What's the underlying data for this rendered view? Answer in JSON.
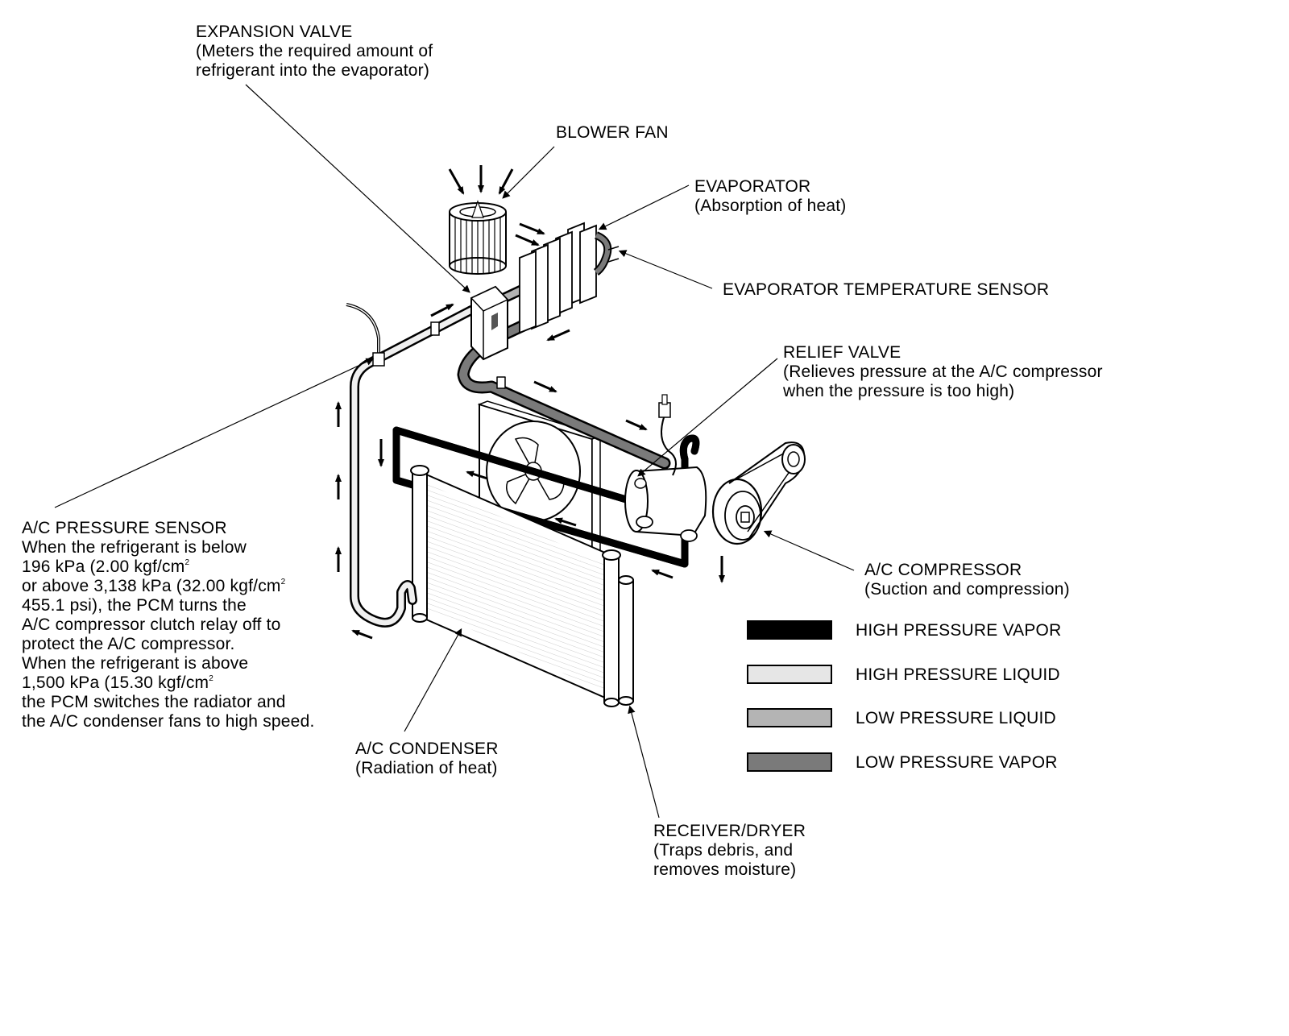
{
  "labels": {
    "expansion_valve": {
      "title": "EXPANSION VALVE",
      "lines": [
        "(Meters the required amount of",
        "refrigerant into the evaporator)"
      ]
    },
    "blower_fan": {
      "title": "BLOWER FAN"
    },
    "evaporator": {
      "title": "EVAPORATOR",
      "lines": [
        "(Absorption of heat)"
      ]
    },
    "evaporator_temp_sensor": {
      "title": "EVAPORATOR TEMPERATURE SENSOR"
    },
    "relief_valve": {
      "title": "RELIEF VALVE",
      "lines": [
        "(Relieves pressure at the A/C compressor",
        "when the pressure is too high)"
      ]
    },
    "ac_compressor": {
      "title": "A/C COMPRESSOR",
      "lines": [
        "(Suction and compression)"
      ]
    },
    "ac_pressure_sensor": {
      "title": "A/C PRESSURE SENSOR",
      "lines": [
        "When the refrigerant is below",
        "196 kPa (2.00 kgf/cm",
        "or above 3,138 kPa (32.00 kgf/cm",
        "455.1 psi), the PCM turns the",
        "A/C compressor clutch relay off to",
        "protect the A/C compressor.",
        "When the refrigerant is above",
        "1,500 kPa (15.30 kgf/cm",
        "the PCM switches the radiator and",
        "the A/C condenser fans to high speed."
      ],
      "superscript": "2"
    },
    "ac_condenser": {
      "title": "A/C CONDENSER",
      "lines": [
        "(Radiation of heat)"
      ]
    },
    "receiver_dryer": {
      "title": "RECEIVER/DRYER",
      "lines": [
        "(Traps debris, and",
        "removes moisture)"
      ]
    }
  },
  "legend": [
    {
      "name": "HIGH PRESSURE VAPOR",
      "color": "#000000"
    },
    {
      "name": "HIGH PRESSURE LIQUID",
      "color": "#e6e6e6"
    },
    {
      "name": "LOW PRESSURE LIQUID",
      "color": "#b4b4b4"
    },
    {
      "name": "LOW PRESSURE VAPOR",
      "color": "#7a7a7a"
    }
  ]
}
